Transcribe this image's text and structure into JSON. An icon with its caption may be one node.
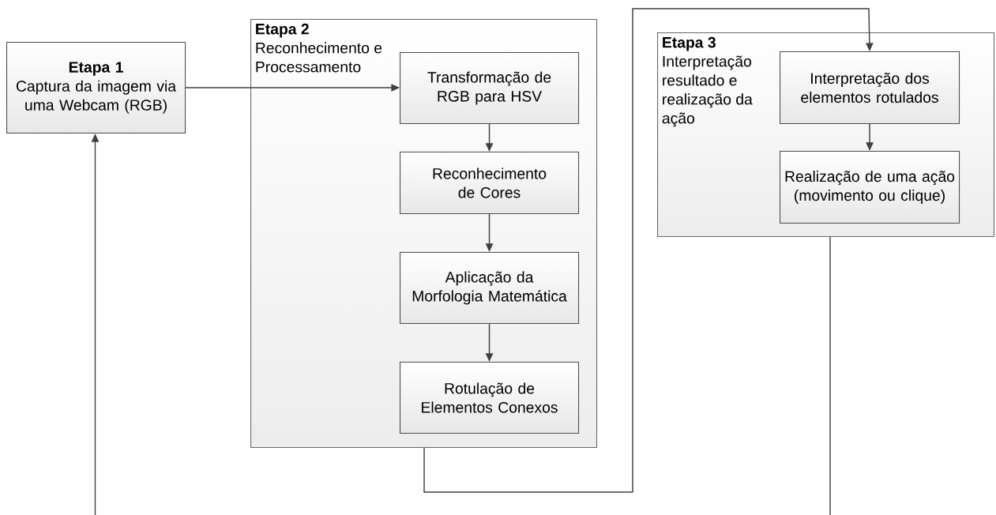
{
  "diagram": {
    "nodes": [
      {
        "text": [
          "Etapa 1",
          "Captura da imagem via uma Webcam (RGB)"
        ]
      },
      {
        "text": [
          "Etapa 2",
          "Reconhecimento e Processamento"
        ]
      },
      {
        "text": [
          "Transformação de RGB para HSV"
        ],
        "in": 1
      },
      {
        "text": [
          "Reconhecimento de Cores"
        ],
        "in": 1
      },
      {
        "text": [
          "Aplicação da Morfologia Matemática"
        ],
        "in": 1
      },
      {
        "text": [
          "Rotulação de Elementos Conexos"
        ],
        "in": 1
      },
      {
        "text": [
          "Etapa 3",
          "Interpretação resultado e realização da ação"
        ]
      },
      {
        "text": [
          "Interpretação dos elementos rotulados"
        ],
        "in": 6
      },
      {
        "text": [
          "Realização de uma ação (movimento ou clique)"
        ],
        "in": 6
      }
    ],
    "edges": [
      {
        "from": 0,
        "to": 2,
        "arrow": "to"
      },
      {
        "from": 2,
        "to": 3,
        "arrow": "to"
      },
      {
        "from": 3,
        "to": 4,
        "arrow": "to"
      },
      {
        "from": 4,
        "to": 5,
        "arrow": "to"
      },
      {
        "from": 1,
        "to": 7,
        "arrow": "to"
      },
      {
        "from": 7,
        "to": 8,
        "arrow": "to"
      },
      {
        "from": 6,
        "to": null,
        "arrow": "none"
      },
      {
        "from": null,
        "to": 0,
        "arrow": "to"
      }
    ]
  }
}
